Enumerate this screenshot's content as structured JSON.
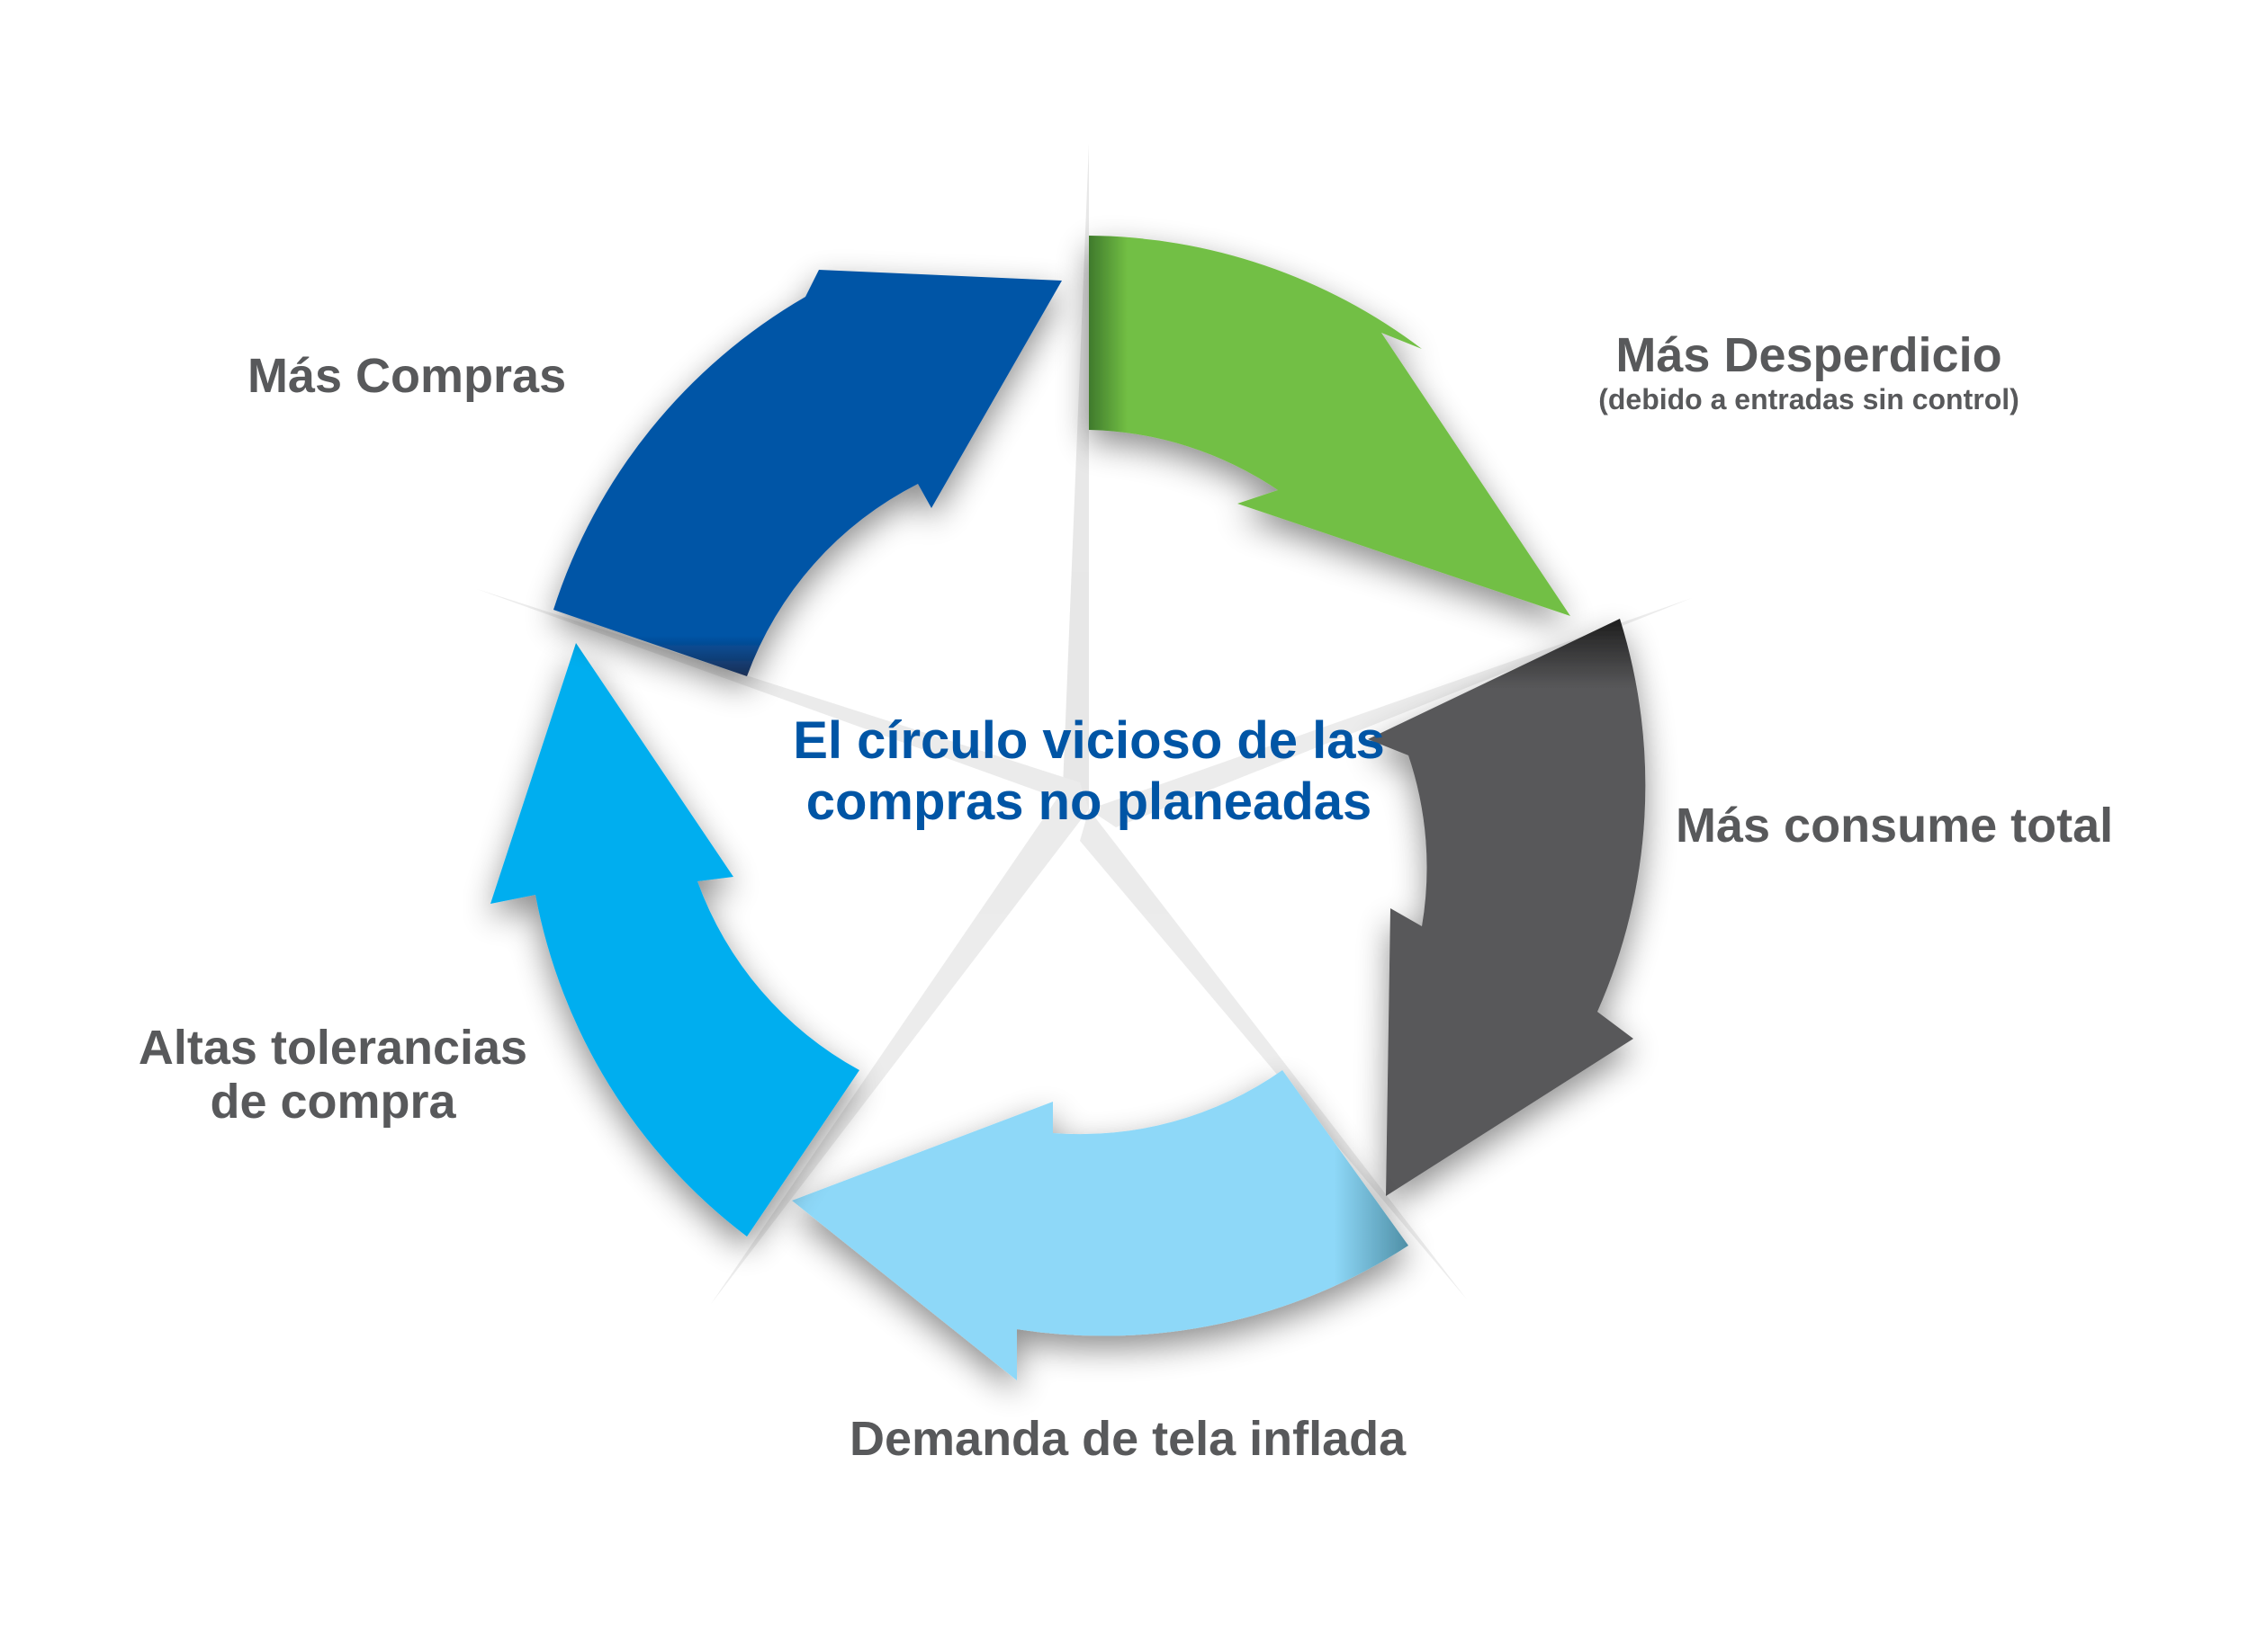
{
  "diagram": {
    "type": "cycle",
    "title_lines": [
      "El círculo vicioso de las",
      "compras no planeadas"
    ],
    "title_color": "#0055a5",
    "label_color": "#58595b",
    "steps": [
      {
        "id": "mas-desperdicio",
        "label": "Más Desperdicio",
        "sublabel": "(debido a entradas sin control)",
        "arrow_color": "#72bf44",
        "arrow_icon": "clockwise-arrow-icon"
      },
      {
        "id": "mas-consume-total",
        "label": "Más consume total",
        "arrow_color": "#58585a",
        "arrow_icon": "clockwise-arrow-icon"
      },
      {
        "id": "demanda-de-tela-inflada",
        "label": "Demanda de tela inflada",
        "arrow_color": "#8ed8f8",
        "arrow_icon": "clockwise-arrow-icon"
      },
      {
        "id": "altas-tolerancias-de-compra",
        "label_lines": [
          "Altas tolerancias",
          "de compra"
        ],
        "arrow_color": "#00aeef",
        "arrow_icon": "clockwise-arrow-icon"
      },
      {
        "id": "mas-compras",
        "label": "Más Compras",
        "arrow_color": "#0054a6",
        "arrow_icon": "clockwise-arrow-icon"
      }
    ]
  }
}
